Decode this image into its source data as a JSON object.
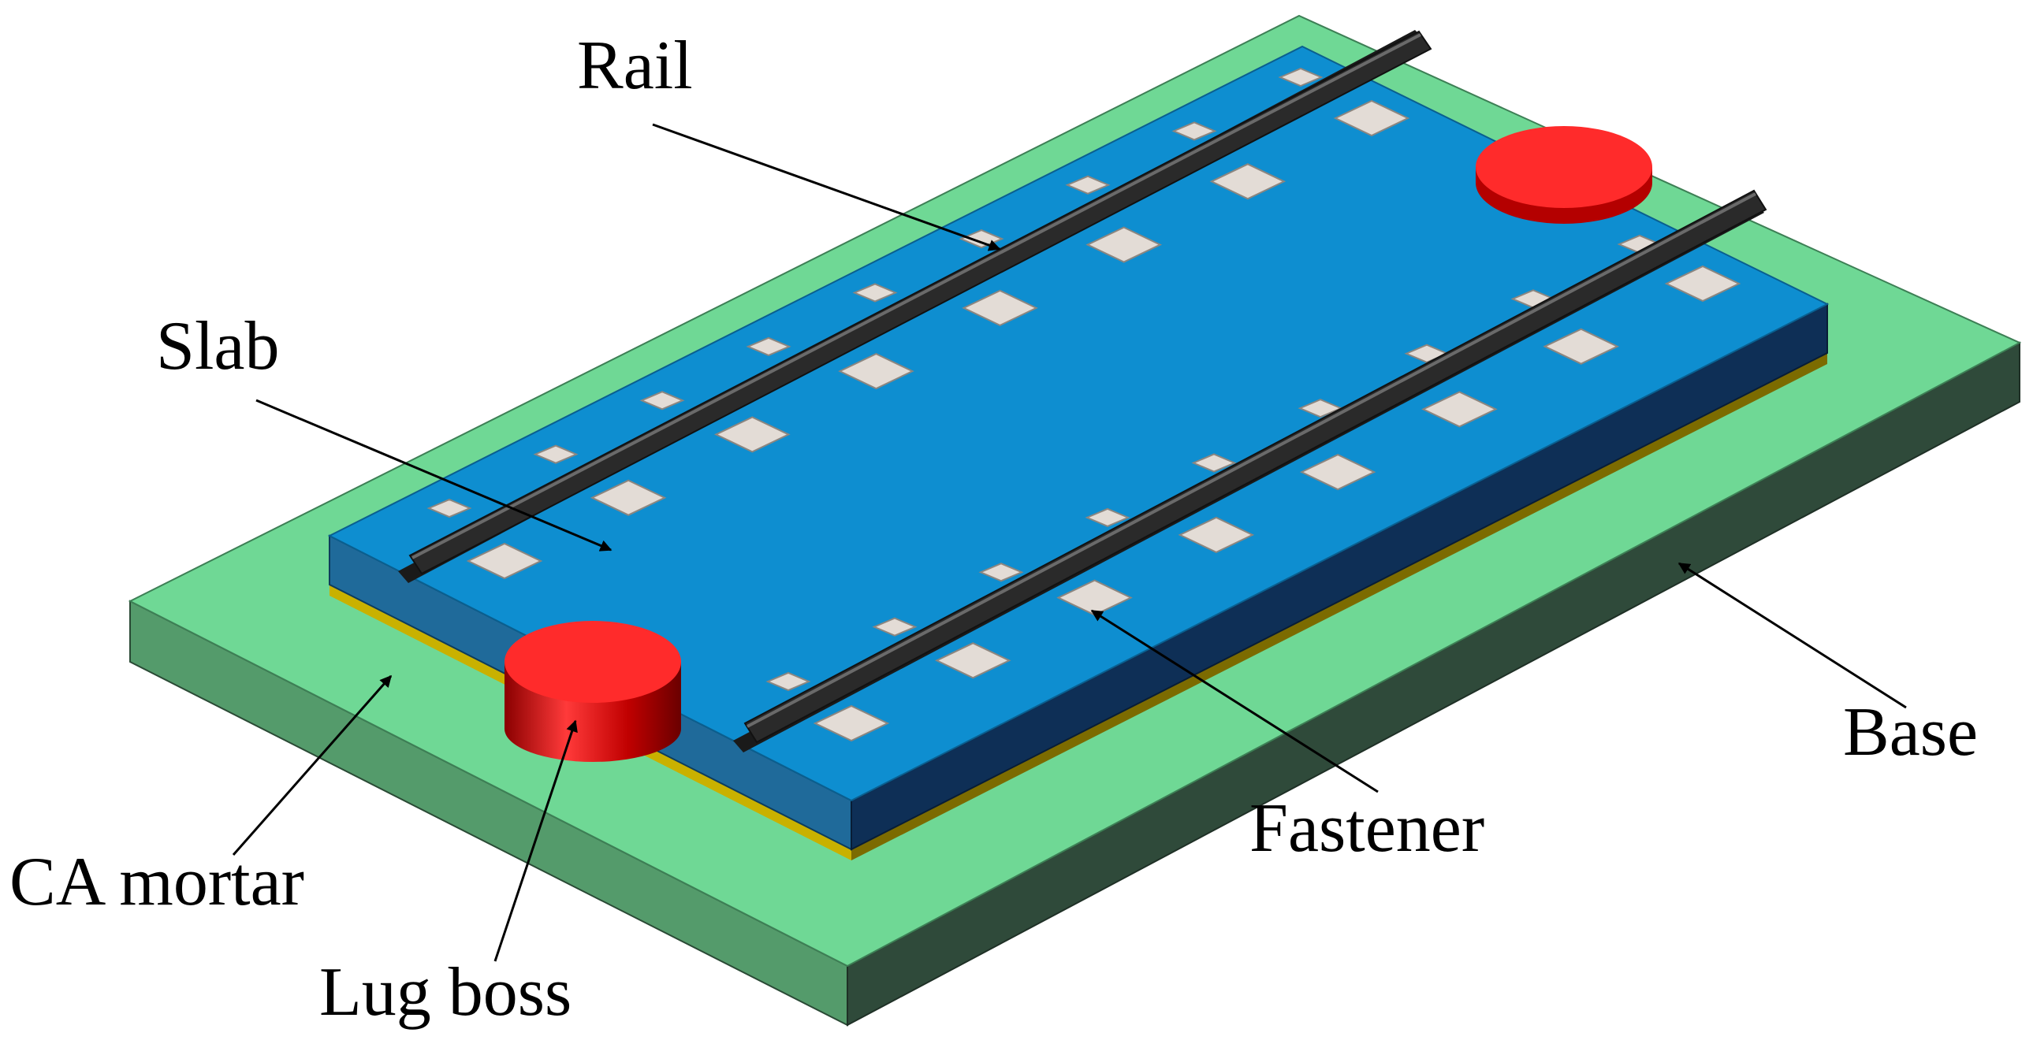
{
  "labels": {
    "rail": "Rail",
    "slab": "Slab",
    "base": "Base",
    "fastener": "Fastener",
    "ca_mortar": "CA mortar",
    "lug_boss": "Lug boss"
  },
  "colors": {
    "base_top": "#6fd895",
    "base_front": "#549b6b",
    "base_side": "#2f4a3a",
    "slab_top": "#0e8ed0",
    "slab_front": "#1f6a9a",
    "slab_side": "#0e2f56",
    "mortar": "#c9b100",
    "rail": "#2a2a2a",
    "fastener": "#e3dcd6",
    "lug_boss": "#ff2b2b"
  }
}
